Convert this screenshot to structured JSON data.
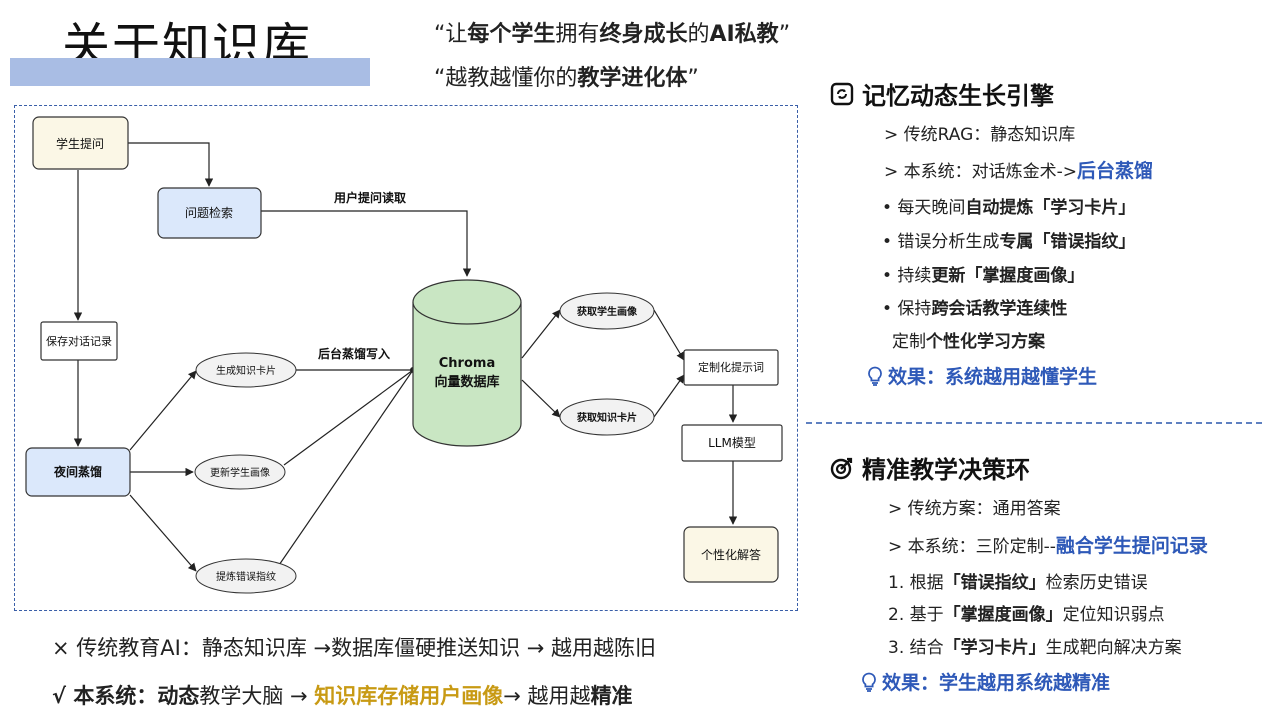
{
  "header": {
    "title": "关于知识库",
    "slogan1": {
      "q1": "“让",
      "b1": "每个学生",
      "t1": "拥有",
      "b2": "终身成长",
      "t2": "的",
      "b3": "AI私教",
      "q2": "”"
    },
    "slogan2": {
      "q1": "“越教越懂你的",
      "b1": "教学进化体",
      "q2": "”"
    }
  },
  "diagram": {
    "nodes": {
      "ask": "学生提问",
      "retrieve": "问题检索",
      "save": "保存对话记录",
      "distill": "夜间蒸馏",
      "gen_card": "生成知识卡片",
      "upd_profile": "更新学生画像",
      "ext_fp": "提炼错误指纹",
      "db_l1": "Chroma",
      "db_l2": "向量数据库",
      "get_profile": "获取学生画像",
      "get_card": "获取知识卡片",
      "prompt": "定制化提示词",
      "llm": "LLM模型",
      "answer": "个性化解答"
    },
    "edge_labels": {
      "read": "用户提问读取",
      "write": "后台蒸馏写入"
    }
  },
  "memory": {
    "title": "记忆动态生长引擎",
    "line1": "> 传统RAG：静态知识库",
    "line2_pre": "> 本系统：对话炼金术->",
    "line2_hi": "后台蒸馏",
    "b1_pre": "• 每天晚间",
    "b1_bold": "自动提炼「学习卡片」",
    "b2_pre": "• 错误分析生成",
    "b2_bold": "专属「错误指纹」",
    "b3_pre": "• 持续",
    "b3_bold": "更新「掌握度画像」",
    "b4_pre": "• 保持",
    "b4_bold": "跨会话教学连续性",
    "b5_pre": "定制",
    "b5_bold": "个性化学习方案",
    "effect": "效果：系统越用越懂学生"
  },
  "decision": {
    "title": "精准教学决策环",
    "line1": "> 传统方案：通用答案",
    "line2_pre": "> 本系统：三阶定制--",
    "line2_hi": "融合学生提问记录",
    "s1_pre": "1. 根据",
    "s1_bold": "「错误指纹」",
    "s1_post": "检索历史错误",
    "s2_pre": "2. 基于",
    "s2_bold": "「掌握度画像」",
    "s2_post": "定位知识弱点",
    "s3_pre": "3. 结合",
    "s3_bold": "「学习卡片」",
    "s3_post": "生成靶向解决方案",
    "effect": "效果：学生越用系统越精准"
  },
  "bottom": {
    "line1": "× 传统教育AI：静态知识库 →数据库僵硬推送知识 → 越用越陈旧",
    "line2_a": "√ 本系统：",
    "line2_b": "动态",
    "line2_c": "教学大脑 → ",
    "line2_d": "知识库存储用户画像",
    "line2_e": "→ 越用越",
    "line2_f": "精准"
  },
  "colors": {
    "accent_blue": "#2e59b8",
    "gold": "#c89a14",
    "title_bar": "#a9bde4",
    "node_cream": "#fbf7e6",
    "node_blue": "#dbe8fb",
    "db_green": "#c9e6c3",
    "node_ellipse": "#f2f2f2"
  }
}
